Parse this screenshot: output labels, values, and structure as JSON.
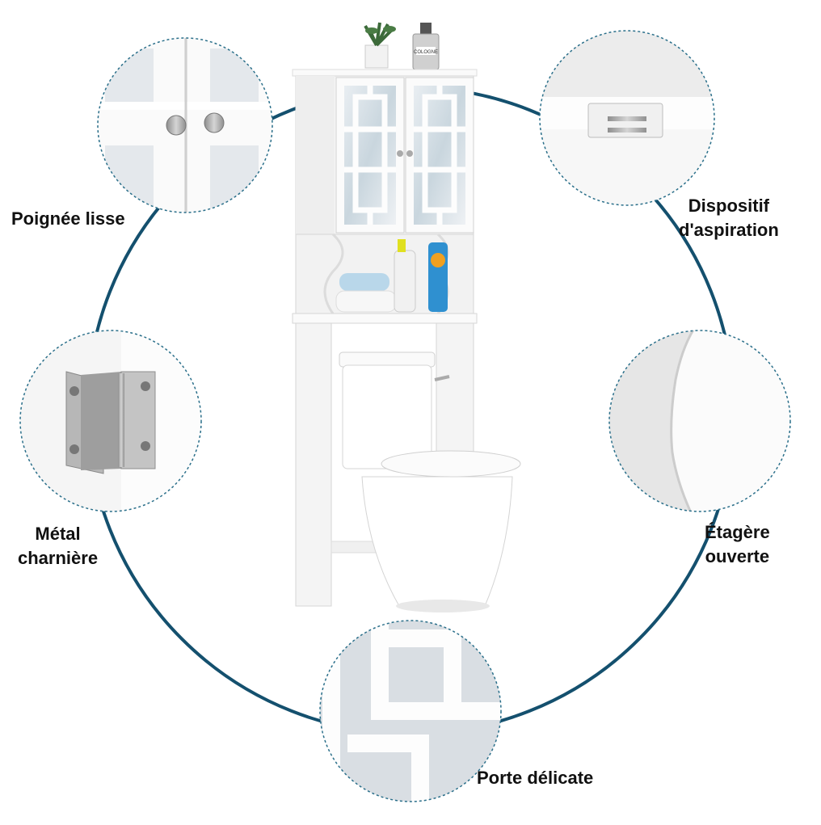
{
  "colors": {
    "ring": "#14506e",
    "callout_border": "#2a6f8a",
    "cabinet": "#f6f6f6",
    "cabinet_shadow": "#d9d9d9"
  },
  "labels": {
    "handle": "Poignée lisse",
    "suction_line1": "Dispositif",
    "suction_line2": "d'aspiration",
    "hinge_line1": "Métal",
    "hinge_line2": "charnière",
    "shelf_line1": "Étagère",
    "shelf_line2": "ouverte",
    "door": "Porte délicate"
  },
  "product": {
    "bottle_label": "COLOGNE"
  }
}
